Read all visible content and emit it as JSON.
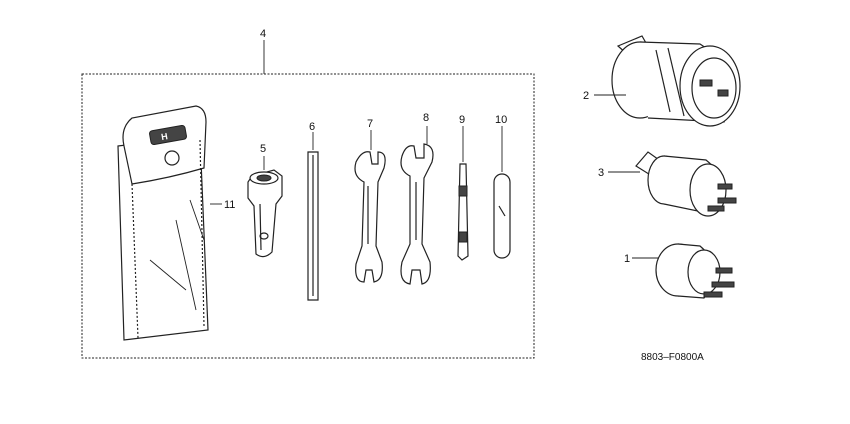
{
  "callouts": {
    "c1": "1",
    "c2": "2",
    "c3": "3",
    "c4": "4",
    "c5": "5",
    "c6": "6",
    "c7": "7",
    "c8": "8",
    "c9": "9",
    "c10": "10",
    "c11": "11"
  },
  "diagram_code": "8803–F0800A",
  "pouch_logo": "H"
}
